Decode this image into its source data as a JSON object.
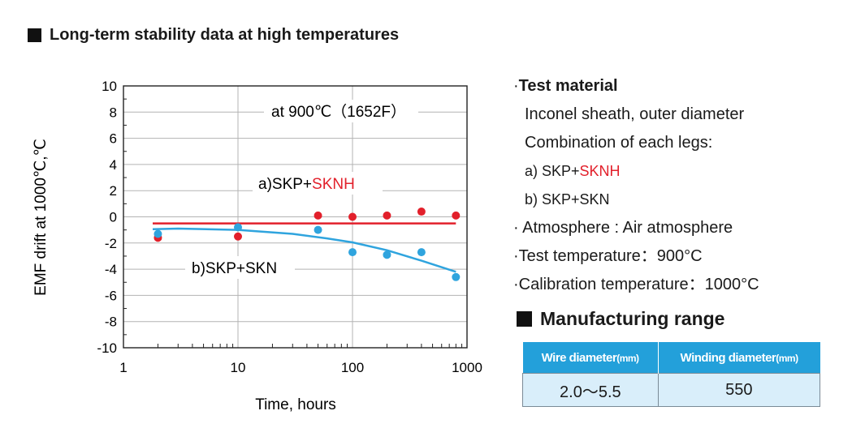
{
  "sections": {
    "stability_title": "Long-term stability data at high temperatures",
    "range_title": "Manufacturing range"
  },
  "chart_data": {
    "type": "scatter",
    "title": "",
    "xlabel": "Time, hours",
    "ylabel": "EMF drift at 1000℃,℃",
    "xscale": "log",
    "xlim": [
      1,
      1000
    ],
    "ylim": [
      -10,
      10
    ],
    "x_ticks": [
      "1",
      "10",
      "100",
      "1000"
    ],
    "y_ticks": [
      "10",
      "8",
      "6",
      "4",
      "2",
      "0",
      "-2",
      "-4",
      "-6",
      "-8",
      "-10"
    ],
    "grid": true,
    "annotations": {
      "condition": "at 900℃（1652F）",
      "a_prefix": "a)SKP+",
      "a_highlight": "SKNH",
      "b_label": "b)SKP+SKN"
    },
    "series": [
      {
        "name": "a)SKP+SKNH",
        "color": "#e2202b",
        "points": [
          [
            2,
            -1.6
          ],
          [
            10,
            -1.5
          ],
          [
            50,
            0.1
          ],
          [
            100,
            0.0
          ],
          [
            200,
            0.1
          ],
          [
            400,
            0.4
          ],
          [
            800,
            0.1
          ]
        ],
        "trend": [
          [
            1.8,
            -0.5
          ],
          [
            800,
            -0.5
          ]
        ]
      },
      {
        "name": "b)SKP+SKN",
        "color": "#2fa4de",
        "points": [
          [
            2,
            -1.3
          ],
          [
            10,
            -0.8
          ],
          [
            50,
            -1.0
          ],
          [
            100,
            -2.7
          ],
          [
            200,
            -2.9
          ],
          [
            400,
            -2.7
          ],
          [
            800,
            -4.6
          ]
        ],
        "trend": [
          [
            1.8,
            -0.95
          ],
          [
            3,
            -0.9
          ],
          [
            10,
            -1.0
          ],
          [
            30,
            -1.3
          ],
          [
            60,
            -1.65
          ],
          [
            100,
            -1.95
          ],
          [
            200,
            -2.55
          ],
          [
            400,
            -3.35
          ],
          [
            800,
            -4.2
          ]
        ]
      }
    ]
  },
  "info": {
    "test_material_label": "Test material",
    "line1": "Inconel sheath, outer diameter",
    "line2": "Combination of each legs:",
    "combo_a_prefix": "a) SKP+",
    "combo_a_highlight": "SKNH",
    "combo_b": "b) SKP+SKN",
    "atmosphere": "Atmosphere : Air atmosphere",
    "test_temperature": "Test temperature：900°C",
    "calibration_temperature": "Calibration temperature：1000°C"
  },
  "range_table": {
    "col1_label": "Wire diameter",
    "col1_unit": "(mm)",
    "col2_label": "Winding diameter",
    "col2_unit": "(mm)",
    "wire_value": "2.0～5.5",
    "winding_value": "550"
  }
}
